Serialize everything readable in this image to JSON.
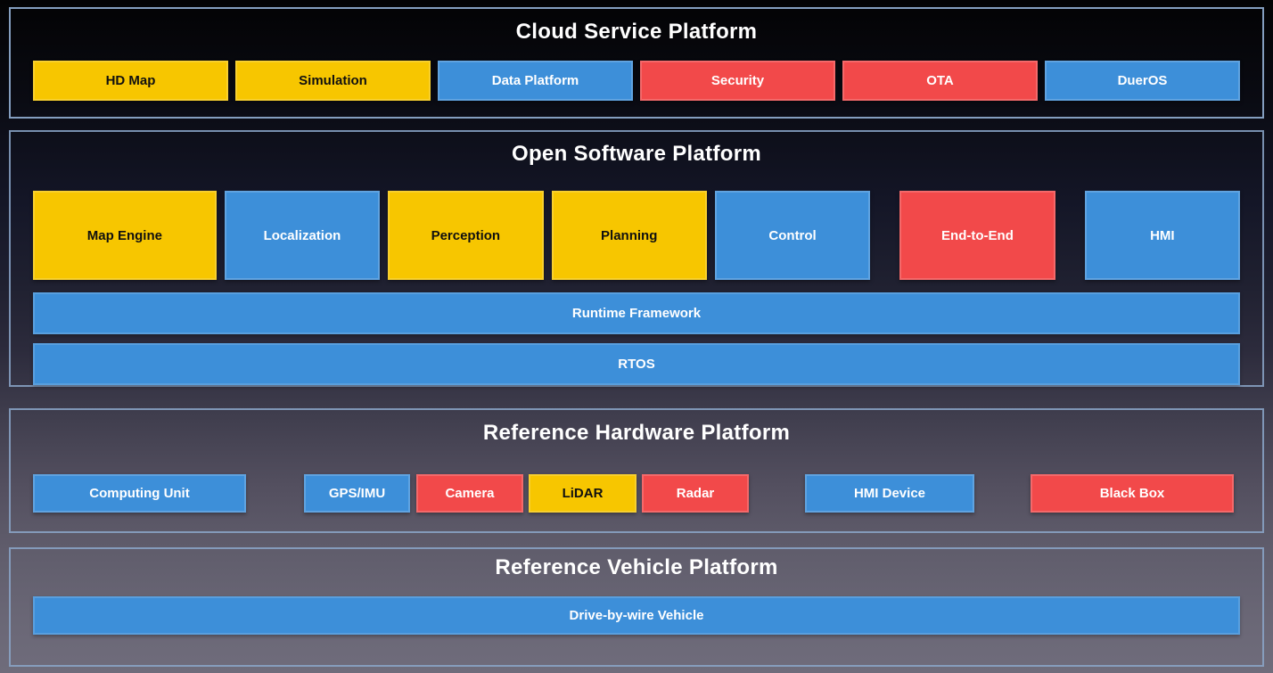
{
  "palette": {
    "yellow": {
      "bg": "#F7C600",
      "fg": "#101010"
    },
    "blue": {
      "bg": "#3D8FD9",
      "fg": "#FFFFFF"
    },
    "red": {
      "bg": "#F2494A",
      "fg": "#FFFFFF"
    },
    "section_border": "#8BA6C9",
    "title_color": "#FFFFFF"
  },
  "sections": [
    {
      "title": "Cloud Service Platform",
      "tiles": [
        {
          "label": "HD Map",
          "color": "yellow"
        },
        {
          "label": "Simulation",
          "color": "yellow"
        },
        {
          "label": "Data Platform",
          "color": "blue"
        },
        {
          "label": "Security",
          "color": "red"
        },
        {
          "label": "OTA",
          "color": "red"
        },
        {
          "label": "DuerOS",
          "color": "blue"
        }
      ]
    },
    {
      "title": "Open Software Platform",
      "tiles": [
        {
          "label": "Map Engine",
          "color": "yellow"
        },
        {
          "label": "Localization",
          "color": "blue"
        },
        {
          "label": "Perception",
          "color": "yellow"
        },
        {
          "label": "Planning",
          "color": "yellow"
        },
        {
          "label": "Control",
          "color": "blue"
        },
        {
          "label": "End-to-End",
          "color": "red"
        },
        {
          "label": "HMI",
          "color": "blue"
        }
      ],
      "bars": [
        {
          "label": "Runtime Framework",
          "color": "blue"
        },
        {
          "label": "RTOS",
          "color": "blue"
        }
      ]
    },
    {
      "title": "Reference Hardware Platform",
      "tiles": [
        {
          "label": "Computing Unit",
          "color": "blue"
        },
        {
          "label": "GPS/IMU",
          "color": "blue"
        },
        {
          "label": "Camera",
          "color": "red"
        },
        {
          "label": "LiDAR",
          "color": "yellow"
        },
        {
          "label": "Radar",
          "color": "red"
        },
        {
          "label": "HMI Device",
          "color": "blue"
        },
        {
          "label": "Black Box",
          "color": "red"
        }
      ]
    },
    {
      "title": "Reference Vehicle Platform",
      "bars": [
        {
          "label": "Drive-by-wire Vehicle",
          "color": "blue"
        }
      ]
    }
  ]
}
